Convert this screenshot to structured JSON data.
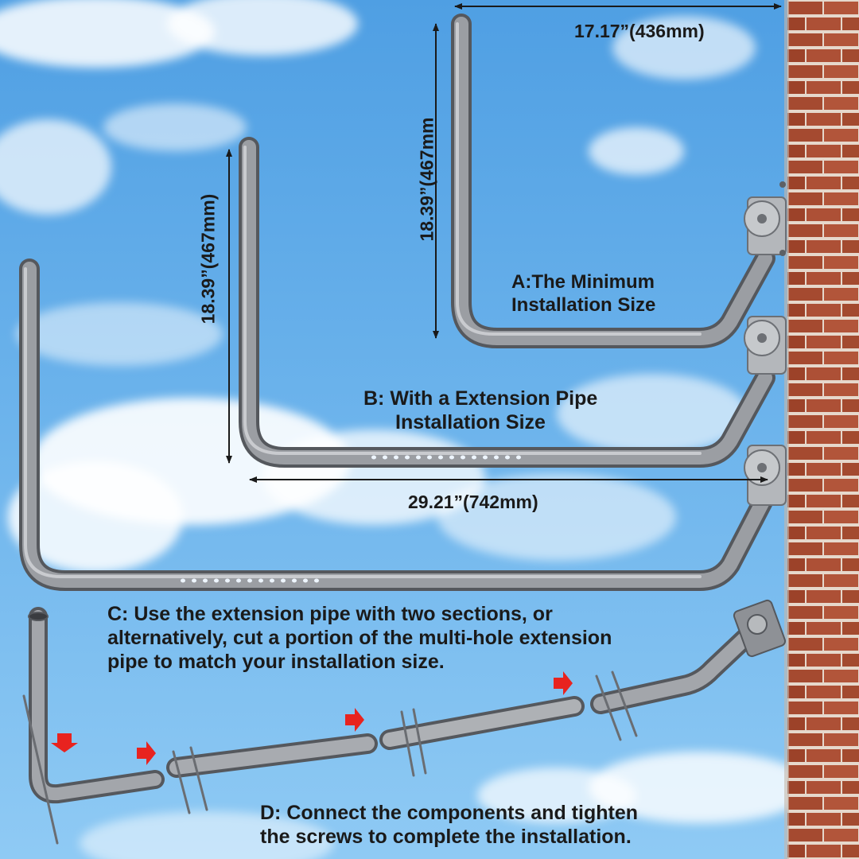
{
  "dimensions": {
    "top_width": "17.17”(436mm)",
    "height_a": "18.39”(467mm",
    "height_b": "18.39”(467mm)",
    "width_b": "29.21”(742mm)"
  },
  "labels": {
    "a_line1": "A:The Minimum",
    "a_line2": "Installation Size",
    "b_line1": "B: With a Extension Pipe",
    "b_line2": "Installation Size",
    "c_line1": "C: Use the extension pipe with two sections, or",
    "c_line2": "alternatively, cut a portion of the multi-hole extension",
    "c_line3": "pipe to match your installation size.",
    "d_line1": "D: Connect the components and tighten",
    "d_line2": "the screws to complete the installation."
  },
  "colors": {
    "sky_top": "#5aa6e6",
    "sky_bottom": "#8cc8f4",
    "brick": "#a8492e",
    "mortar": "#e8dcd0",
    "pipe": "#8a8d92",
    "arrow": "#e8231f"
  }
}
